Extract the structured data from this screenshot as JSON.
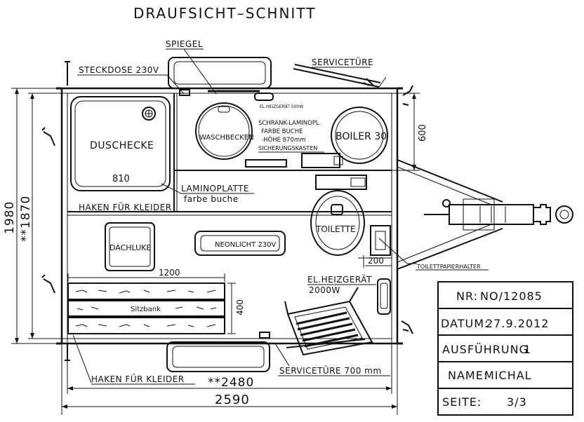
{
  "title": "DRAUFSICHT–SCHNITT",
  "labels": {
    "spiegel": "SPIEGEL",
    "steckdose": "STECKDOSE 230V",
    "servicetuere_top": "SERVICETÜRE",
    "heater_small": "EL.HEIZGERÄT 500W",
    "duschecke": "DUSCHECKE",
    "duschecke_width": "810",
    "waschbecken": "WASCHBECKEN",
    "schrank_line1": "SCHRANK-LAMINOPL.",
    "schrank_line2": "FARBE BUCHE",
    "schrank_line3": "-HÖHE 870mm",
    "sicherungskasten": "SICHERUNGSKASTEN",
    "boiler": "BOILER 30",
    "laminoplatte_line1": "LAMINOPLATTE",
    "laminoplatte_line2": "farbe buche",
    "haken_top": "HAKEN FÜR KLEIDER",
    "dachluke": "DACHLUKE",
    "neonlicht": "NEONLICHT 230V",
    "toilette": "TOILETTE",
    "toilettpapier": "TOILETTPAPIERHALTER",
    "bench_width": "1200",
    "sitzbank": "Sitzbank",
    "bench_depth": "400",
    "heizgeraet_line1": "EL.HEIZGERÄT",
    "heizgeraet_line2": "2000W",
    "servicetuere_bottom": "SERVICETÜRE 700 mm",
    "haken_bottom": "HAKEN FÜR KLEIDER",
    "paper_dim": "200"
  },
  "dimensions": {
    "total_length": "2590",
    "inner_length": "**2480",
    "total_width": "1980",
    "inner_width": "**1870",
    "right_dim": "600"
  },
  "title_block": {
    "nr_label": "NR:",
    "nr_value": "NO/12085",
    "datum_label": "DATUM:",
    "datum_value": "27.9.2012",
    "ausfuehrung_label": "AUSFÜHRUNG",
    "ausfuehrung_value": "1",
    "name_label": "NAME:",
    "name_value": "MICHAL",
    "seite_label": "SEITE:",
    "seite_value": "3/3"
  }
}
